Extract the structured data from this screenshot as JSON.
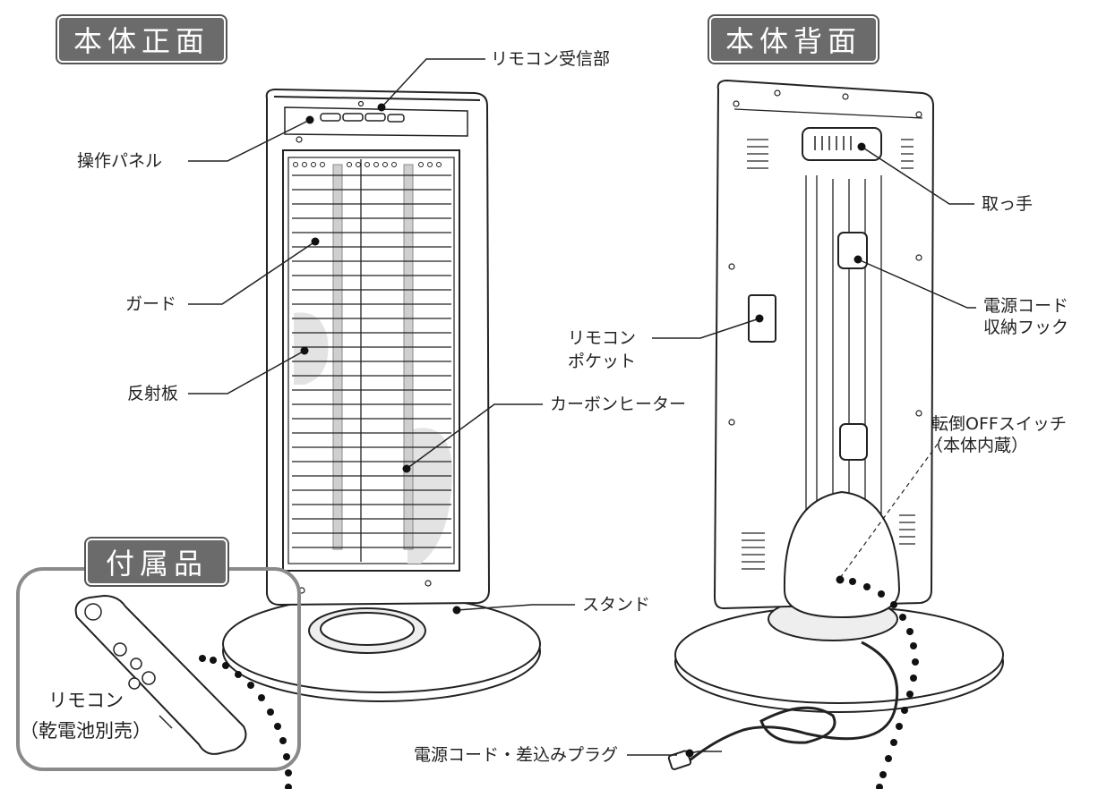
{
  "headings": {
    "front": "本体正面",
    "back": "本体背面",
    "accessories": "付属品"
  },
  "front_labels": {
    "receiver": "リモコン受信部",
    "panel": "操作パネル",
    "guard": "ガード",
    "reflector": "反射板",
    "carbon_heater": "カーボンヒーター",
    "stand": "スタンド"
  },
  "back_labels": {
    "handle": "取っ手",
    "cord_hook_line1": "電源コード",
    "cord_hook_line2": "収納フック",
    "remote_pocket_line1": "リモコン",
    "remote_pocket_line2": "ポケット",
    "tip_switch_line1": "転倒OFFスイッチ",
    "tip_switch_line2": "（本体内蔵）",
    "power_plug": "電源コード・差込みプラグ"
  },
  "accessory_labels": {
    "remote_line1": "リモコン",
    "remote_line2": "（乾電池別売）"
  },
  "colors": {
    "badge_bg": "#6b6b6b",
    "badge_text": "#ffffff",
    "line_art": "#222222",
    "shade": "#d9d9d9",
    "box_border": "#8a8a8a"
  }
}
